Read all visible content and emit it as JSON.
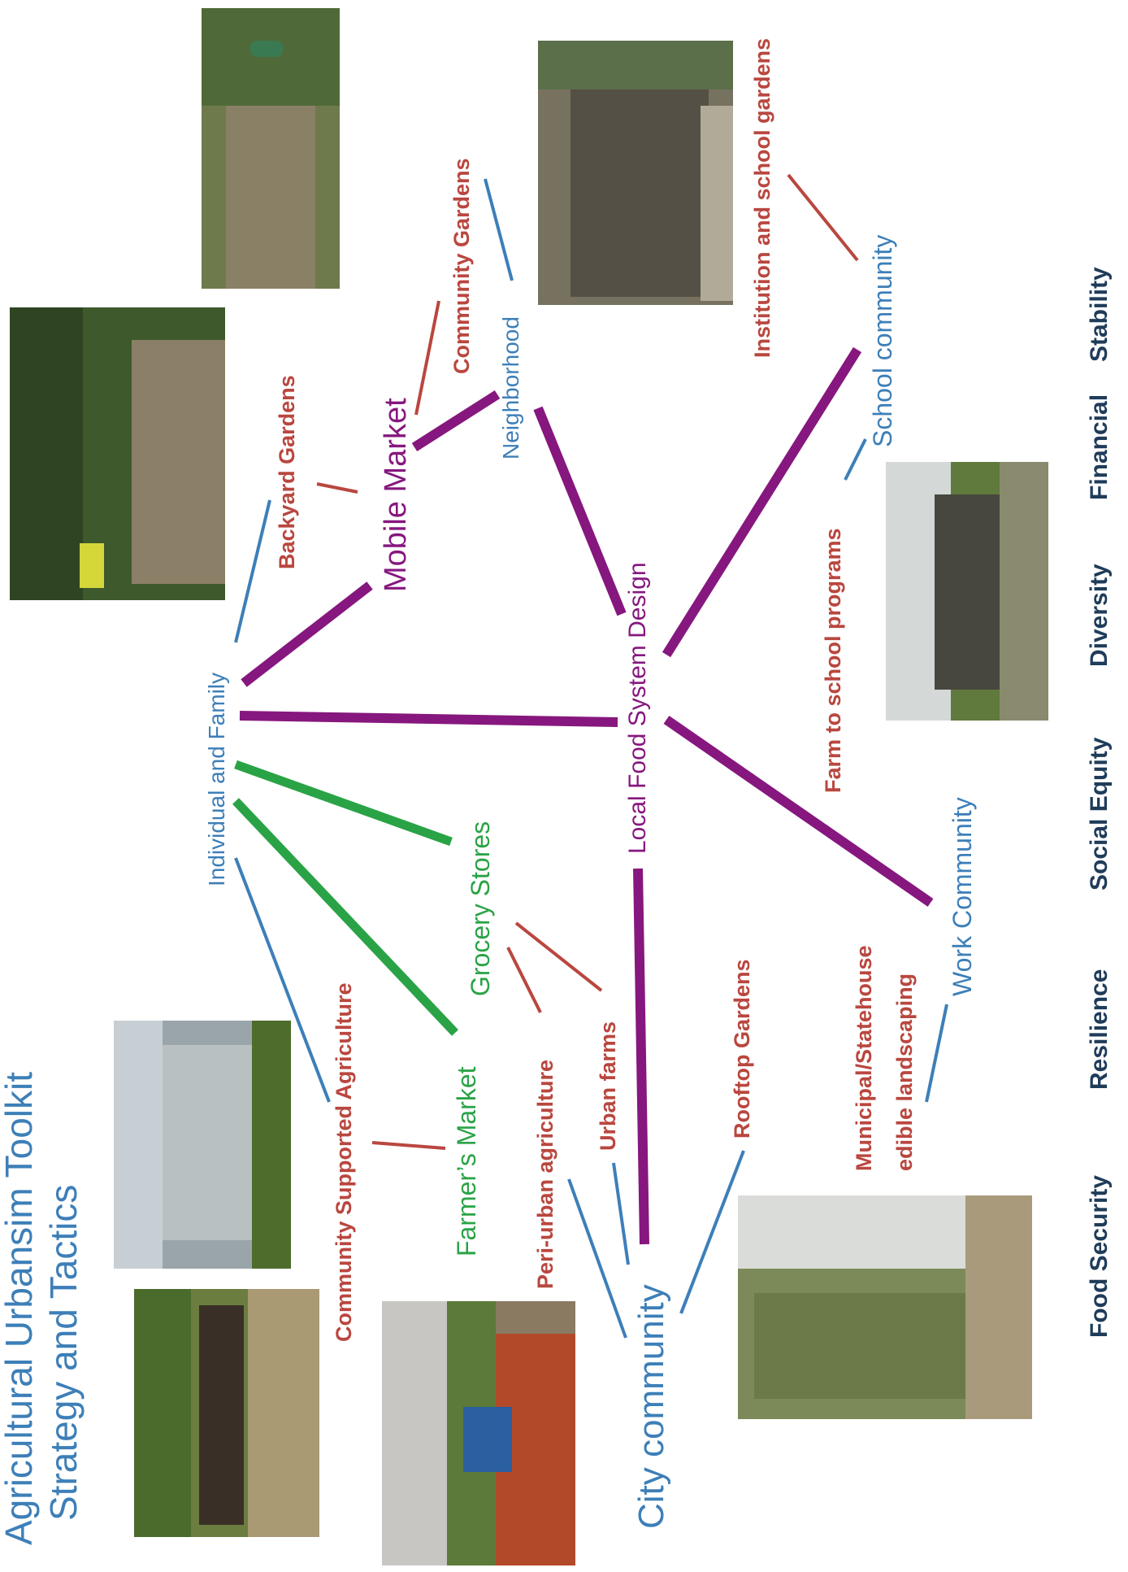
{
  "title": {
    "line1": "Agricultural Urbansim Toolkit",
    "line2": "Strategy and Tactics"
  },
  "nodes": {
    "local_food_system": "Local Food System Design",
    "individual_family": "Individual   and Family",
    "mobile_market": "Mobile Market",
    "neighborhood": "Neighborhood",
    "school_community": "School community",
    "work_community": "Work Community",
    "city_community": "City community",
    "grocery_stores": "Grocery Stores",
    "farmers_market": "Farmer’s Market"
  },
  "tactics": {
    "backyard_gardens": "Backyard Gardens",
    "community_gardens": "Community Gardens",
    "institution_school_gardens": "Institution and school gardens",
    "farm_to_school": "Farm to  school  programs",
    "municipal_line1": "Municipal/Statehouse",
    "municipal_line2": "edible landscaping",
    "rooftop_gardens": "Rooftop Gardens",
    "urban_farms": "Urban farms",
    "peri_urban": "Peri-urban agriculture",
    "csa": "Community Supported Agriculture"
  },
  "outcomes": [
    "Food Security",
    "Resilience",
    "Social Equity",
    "Diversity",
    "Financial",
    "Stability"
  ],
  "colors": {
    "purple": "#86177e",
    "green": "#2aa346",
    "blue": "#3d7fb8",
    "red": "#b9473f",
    "dark": "#1f3c5a"
  }
}
